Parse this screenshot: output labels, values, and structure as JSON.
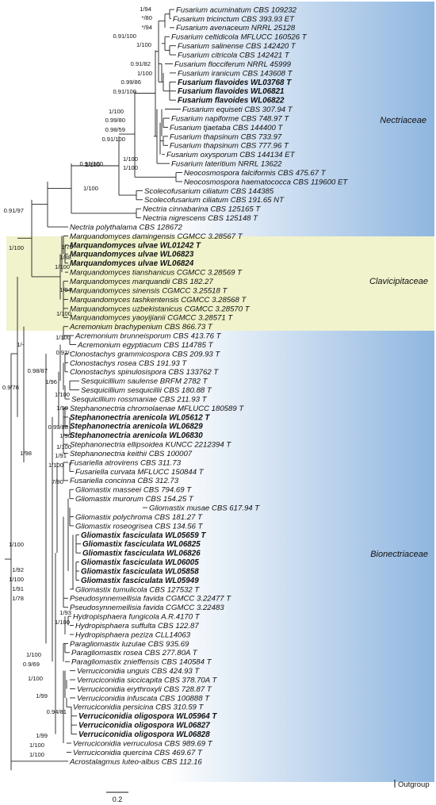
{
  "families": [
    {
      "key": "nect",
      "label": "Nectriaceae",
      "color": "#a9c9ea"
    },
    {
      "key": "clav",
      "label": "Clavicipitaceae",
      "color": "#f1f3cc"
    },
    {
      "key": "bion",
      "label": "Bionectriaceae",
      "color": "#a9c9ea"
    }
  ],
  "outgroup_label": "Outgroup",
  "scale_label": "0.2",
  "taxa": [
    {
      "name": "Fusarium acuminatum",
      "strain": "CBS 109232",
      "bold": false
    },
    {
      "name": "Fusarium tricinctum",
      "strain": "CBS 393.93 ET",
      "bold": false
    },
    {
      "name": "Fusarium avenaceum",
      "strain": "NRRL 25128",
      "bold": false
    },
    {
      "name": "Fusarium celtidicola",
      "strain": "MFLUCC 160526 T",
      "bold": false
    },
    {
      "name": "Fusarium salinense",
      "strain": "CBS 142420 T",
      "bold": false
    },
    {
      "name": "Fusarium citricola",
      "strain": "CBS 142421 T",
      "bold": false
    },
    {
      "name": "Fusarium flocciferum",
      "strain": "NRRL 45999",
      "bold": false
    },
    {
      "name": "Fusarium iranicum",
      "strain": "CBS 143608 T",
      "bold": false
    },
    {
      "name": "Fusarium flavoides",
      "strain": "WL03768 T",
      "bold": true
    },
    {
      "name": "Fusarium flavoides",
      "strain": "WL06821",
      "bold": true
    },
    {
      "name": "Fusarium flavoides",
      "strain": "WL06822",
      "bold": true
    },
    {
      "name": "Fusarium equiseti",
      "strain": "CBS 307.94 T",
      "bold": false
    },
    {
      "name": "Fusarium napiforme",
      "strain": "CBS 748.97 T",
      "bold": false
    },
    {
      "name": "Fusarium tjaetaba",
      "strain": "CBS 144400 T",
      "bold": false
    },
    {
      "name": "Fusarium thapsinum",
      "strain": "CBS 733.97",
      "bold": false
    },
    {
      "name": "Fusarium thapsinum",
      "strain": "CBS 777.96 T",
      "bold": false
    },
    {
      "name": "Fusarium oxysporum",
      "strain": "CBS 144134 ET",
      "bold": false
    },
    {
      "name": "Fusarium lateritium",
      "strain": "NRRL 13622",
      "bold": false
    },
    {
      "name": "Neocosmospora falciformis",
      "strain": "CBS 475.67 T",
      "bold": false
    },
    {
      "name": "Neocosmospora haematococca",
      "strain": "CBS 119600 ET",
      "bold": false
    },
    {
      "name": "Scolecofusarium ciliatum",
      "strain": "CBS 144385",
      "bold": false
    },
    {
      "name": "Scolecofusarium ciliatum",
      "strain": "CBS 191.65 NT",
      "bold": false
    },
    {
      "name": "Nectria cinnabarina",
      "strain": "CBS 125165 T",
      "bold": false
    },
    {
      "name": "Nectria nigrescens",
      "strain": "CBS 125148 T",
      "bold": false
    },
    {
      "name": "Nectria polythalama",
      "strain": "CBS 128672",
      "bold": false
    },
    {
      "name": "Marquandomyces damingensis",
      "strain": "CGMCC 3.28567 T",
      "bold": false
    },
    {
      "name": "Marquandomyces ulvae",
      "strain": "WL01242 T",
      "bold": true
    },
    {
      "name": "Marquandomyces ulvae",
      "strain": "WL06823",
      "bold": true
    },
    {
      "name": "Marquandomyces ulvae",
      "strain": "WL06824",
      "bold": true
    },
    {
      "name": "Marquandomyces tianshanicus",
      "strain": "CGMCC 3.28569 T",
      "bold": false
    },
    {
      "name": "Marquandomyces marquandii",
      "strain": "CBS 182.27",
      "bold": false
    },
    {
      "name": "Marquandomyces sinensis",
      "strain": "CGMCC 3.25518 T",
      "bold": false
    },
    {
      "name": "Marquandomyces tashkentensis",
      "strain": "CGMCC 3.28568 T",
      "bold": false
    },
    {
      "name": "Marquandomyces uzbekistanicus",
      "strain": "CGMCC 3.28570 T",
      "bold": false
    },
    {
      "name": "Marquandomyces yaoyijianii",
      "strain": "CGMCC 3.28571 T",
      "bold": false
    },
    {
      "name": "Acremonium brachypenium",
      "strain": "CBS 866.73 T",
      "bold": false
    },
    {
      "name": "Acremonium brunneisporum",
      "strain": "CBS 413.76 T",
      "bold": false
    },
    {
      "name": "Acremonium egyptiacum",
      "strain": "CBS 114785 T",
      "bold": false
    },
    {
      "name": "Clonostachys grammicospora",
      "strain": "CBS 209.93 T",
      "bold": false
    },
    {
      "name": "Clonostachys rosea",
      "strain": "CBS 191.93 T",
      "bold": false
    },
    {
      "name": "Clonostachys spinulosispora",
      "strain": "CBS 133762 T",
      "bold": false
    },
    {
      "name": "Sesquicillium saulense",
      "strain": "BRFM 2782 T",
      "bold": false
    },
    {
      "name": "Sesquicillium sesquicillii",
      "strain": "CBS 180.88 T",
      "bold": false
    },
    {
      "name": "Sesquicillium rossmaniae",
      "strain": "CBS 211.93 T",
      "bold": false
    },
    {
      "name": "Stephanonectria chromolaenae",
      "strain": "MFLUCC 180589 T",
      "bold": false
    },
    {
      "name": "Stephanonectria arenicola",
      "strain": "WL05612 T",
      "bold": true
    },
    {
      "name": "Stephanonectria arenicola",
      "strain": "WL06829",
      "bold": true
    },
    {
      "name": "Stephanonectria arenicola",
      "strain": "WL06830",
      "bold": true
    },
    {
      "name": "Stephanonectria ellipsoidea",
      "strain": "KUNCC 2212394 T",
      "bold": false
    },
    {
      "name": "Stephanonectria keithii",
      "strain": "CBS 100007",
      "bold": false
    },
    {
      "name": "Fusariella atrovirens",
      "strain": "CBS 311.73",
      "bold": false
    },
    {
      "name": "Fusariella curvata",
      "strain": "MFLUCC 150844 T",
      "bold": false
    },
    {
      "name": "Fusariella concinna",
      "strain": "CBS 312.73",
      "bold": false
    },
    {
      "name": "Gliomastix masseei",
      "strain": "CBS 794.69 T",
      "bold": false
    },
    {
      "name": "Gliomastix murorum",
      "strain": "CBS 154.25 T",
      "bold": false
    },
    {
      "name": "Gliomastix musae",
      "strain": "CBS 617.94 T",
      "bold": false
    },
    {
      "name": "Gliomastix polychroma",
      "strain": "CBS 181.27 T",
      "bold": false
    },
    {
      "name": "Gliomastix roseogrisea",
      "strain": "CBS 134.56 T",
      "bold": false
    },
    {
      "name": "Gliomastix fasciculata",
      "strain": "WL05659 T",
      "bold": true
    },
    {
      "name": "Gliomastix fasciculata",
      "strain": "WL06825",
      "bold": true
    },
    {
      "name": "Gliomastix fasciculata",
      "strain": "WL06826",
      "bold": true
    },
    {
      "name": "Gliomastix fasciculata",
      "strain": "WL06005",
      "bold": true
    },
    {
      "name": "Gliomastix fasciculata",
      "strain": "WL05858",
      "bold": true
    },
    {
      "name": "Gliomastix fasciculata",
      "strain": "WL05949",
      "bold": true
    },
    {
      "name": "Gliomastix tumulicola",
      "strain": "CBS 127532 T",
      "bold": false
    },
    {
      "name": "Pseudosynnemellisia favida",
      "strain": "CGMCC 3.22477 T",
      "bold": false
    },
    {
      "name": "Pseudosynnemellisia favida",
      "strain": "CGMCC 3.22483",
      "bold": false
    },
    {
      "name": "Hydropisphaera fungicola",
      "strain": "A.R.4170 T",
      "bold": false
    },
    {
      "name": "Hydropisphaera suffulta",
      "strain": "CBS 122.87",
      "bold": false
    },
    {
      "name": "Hydropisphaera peziza",
      "strain": "CLL14063",
      "bold": false
    },
    {
      "name": "Paragliomastix luzulae",
      "strain": "CBS 935.69",
      "bold": false
    },
    {
      "name": "Paragliomastix rosea",
      "strain": "CBS 277.80A T",
      "bold": false
    },
    {
      "name": "Paragliomastix znieffensis",
      "strain": "CBS 140584 T",
      "bold": false
    },
    {
      "name": "Verruciconidia unguis",
      "strain": "CBS 424.93 T",
      "bold": false
    },
    {
      "name": "Verruciconidia siccicapita",
      "strain": "CBS 378.70A T",
      "bold": false
    },
    {
      "name": "Verruciconidia erythroxyli",
      "strain": "CBS 728.87 T",
      "bold": false
    },
    {
      "name": "Verruciconidia infuscata",
      "strain": "CBS 100888 T",
      "bold": false
    },
    {
      "name": "Verruciconidia persicina",
      "strain": "CBS 310.59 T",
      "bold": false
    },
    {
      "name": "Verruciconidia oligospora",
      "strain": "WL05964 T",
      "bold": true
    },
    {
      "name": "Verruciconidia oligospora",
      "strain": "WL06827",
      "bold": true
    },
    {
      "name": "Verruciconidia oligospora",
      "strain": "WL06828",
      "bold": true
    },
    {
      "name": "Verruciconidia verruculosa",
      "strain": "CBS 989.69 T",
      "bold": false
    },
    {
      "name": "Verruciconidia quercina",
      "strain": "CBS 469.67 T",
      "bold": false
    },
    {
      "name": "Acrostalagmus luteo-albus",
      "strain": "CBS 112.16",
      "bold": false
    }
  ],
  "supports": [
    "1/94",
    "*/80",
    "*/94",
    "0.91/100",
    "1/100",
    "0.91/82",
    "1/100",
    "0.99/86",
    "0.91/100",
    "1/100",
    "0.99/80",
    "0.98/59",
    "0.91/100",
    "1/100",
    "1/100",
    "0.91/100",
    "1/100",
    "1/100",
    "0.91/97",
    "1/100",
    "1/79",
    "1/88",
    "1/100",
    "1/94",
    "1/100",
    "1/-",
    "1/100",
    "0.92/-",
    "0.98/87",
    "1/96",
    "0.9/76",
    "1/100",
    "1/99",
    "0.99/88",
    "1/90",
    "1/100",
    "1/98",
    "1/91",
    "1/100",
    "7/80",
    "1/100",
    "1/92",
    "1/100",
    "1/91",
    "1/78",
    "1/93",
    "1/100",
    "1/100",
    "0.9/69",
    "1/100",
    "1/99",
    "0.94/81",
    "1/99",
    "1/100",
    "1/100"
  ]
}
